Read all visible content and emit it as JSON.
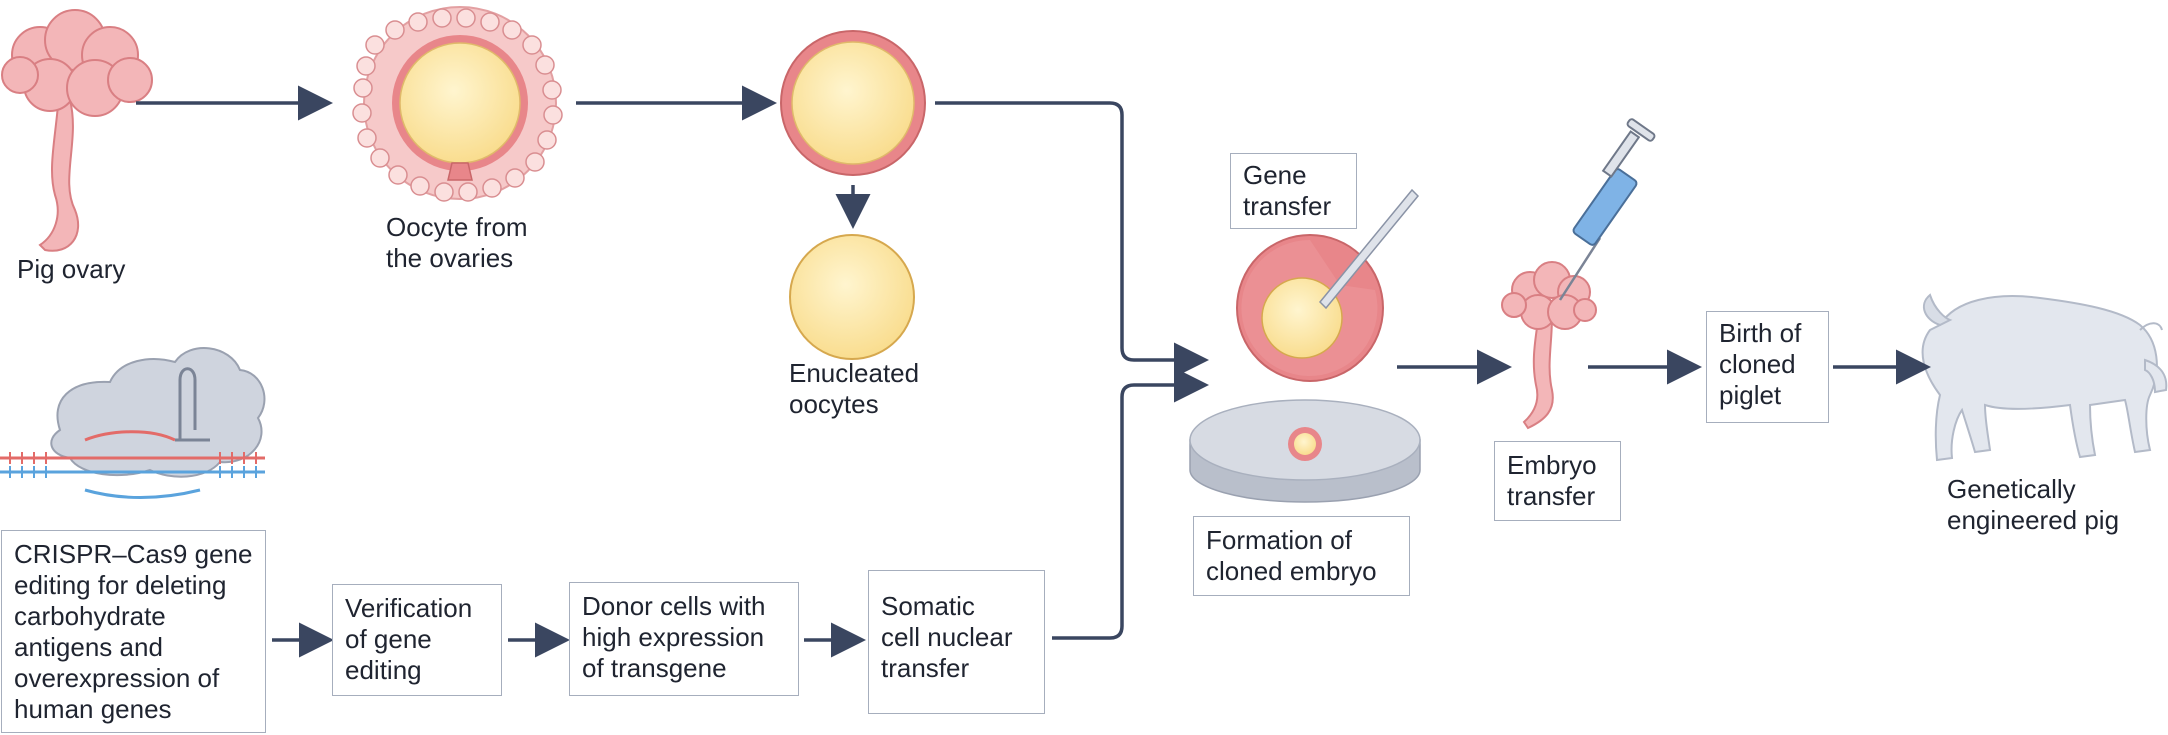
{
  "labels": {
    "pig_ovary": "Pig ovary",
    "oocyte": "Oocyte from\nthe ovaries",
    "enucleated": "Enucleated\noocytes",
    "gene_transfer": "Gene\ntransfer",
    "formation": "Formation of\ncloned embryo",
    "embryo_transfer": "Embryo\ntransfer",
    "birth": "Birth of\ncloned\npiglet",
    "gen_pig": "Genetically\nengineered pig",
    "crispr": "CRISPR–Cas9 gene\nediting for deleting\ncarbohydrate\nantigens and\noverexpression of\nhuman genes",
    "verification": "Verification\nof gene\nediting",
    "donor": "Donor cells with\nhigh expression\nof transgene",
    "somatic": "Somatic\ncell nuclear\ntransfer"
  },
  "colors": {
    "arrow": "#3a4660",
    "ovary": "#f3b6b8",
    "ovary_stroke": "#d97f83",
    "oocyte_fill": "#fde9a8",
    "oocyte_ring": "#e8868a",
    "dish": "#d7dbe3",
    "pig": "#e3e7ee",
    "syringe": "#7fb3e6"
  }
}
